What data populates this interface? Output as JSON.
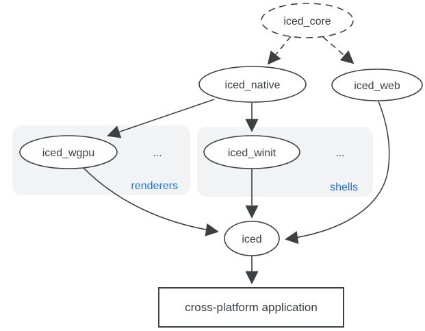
{
  "diagram": {
    "nodes": {
      "iced_core": {
        "label": "iced_core",
        "shape": "ellipse",
        "border": "dashed"
      },
      "iced_native": {
        "label": "iced_native",
        "shape": "ellipse",
        "border": "solid"
      },
      "iced_web": {
        "label": "iced_web",
        "shape": "ellipse",
        "border": "solid"
      },
      "iced_wgpu": {
        "label": "iced_wgpu",
        "shape": "ellipse",
        "border": "solid"
      },
      "iced_winit": {
        "label": "iced_winit",
        "shape": "ellipse",
        "border": "solid"
      },
      "iced": {
        "label": "iced",
        "shape": "ellipse",
        "border": "solid"
      },
      "application": {
        "label": "cross-platform application",
        "shape": "rectangle",
        "border": "solid"
      }
    },
    "groups": {
      "renderers": {
        "label": "renderers",
        "ellipsis": "...",
        "contains": [
          "iced_wgpu"
        ]
      },
      "shells": {
        "label": "shells",
        "ellipsis": "...",
        "contains": [
          "iced_winit"
        ]
      }
    },
    "edges": [
      {
        "from": "iced_core",
        "to": "iced_native",
        "style": "dashed"
      },
      {
        "from": "iced_core",
        "to": "iced_web",
        "style": "dashed"
      },
      {
        "from": "iced_native",
        "to": "iced_wgpu",
        "style": "solid"
      },
      {
        "from": "iced_native",
        "to": "iced_winit",
        "style": "solid"
      },
      {
        "from": "iced_wgpu",
        "to": "iced",
        "style": "solid"
      },
      {
        "from": "iced_winit",
        "to": "iced",
        "style": "solid"
      },
      {
        "from": "iced_web",
        "to": "iced",
        "style": "solid"
      },
      {
        "from": "iced",
        "to": "application",
        "style": "solid"
      }
    ],
    "colors": {
      "background": "#ffffff",
      "node_fill": "#ffffff",
      "node_stroke": "#3c4043",
      "text": "#3c4043",
      "group_fill": "#f1f3f4",
      "group_label": "#1a73e8",
      "arrow": "#3c4043"
    }
  }
}
